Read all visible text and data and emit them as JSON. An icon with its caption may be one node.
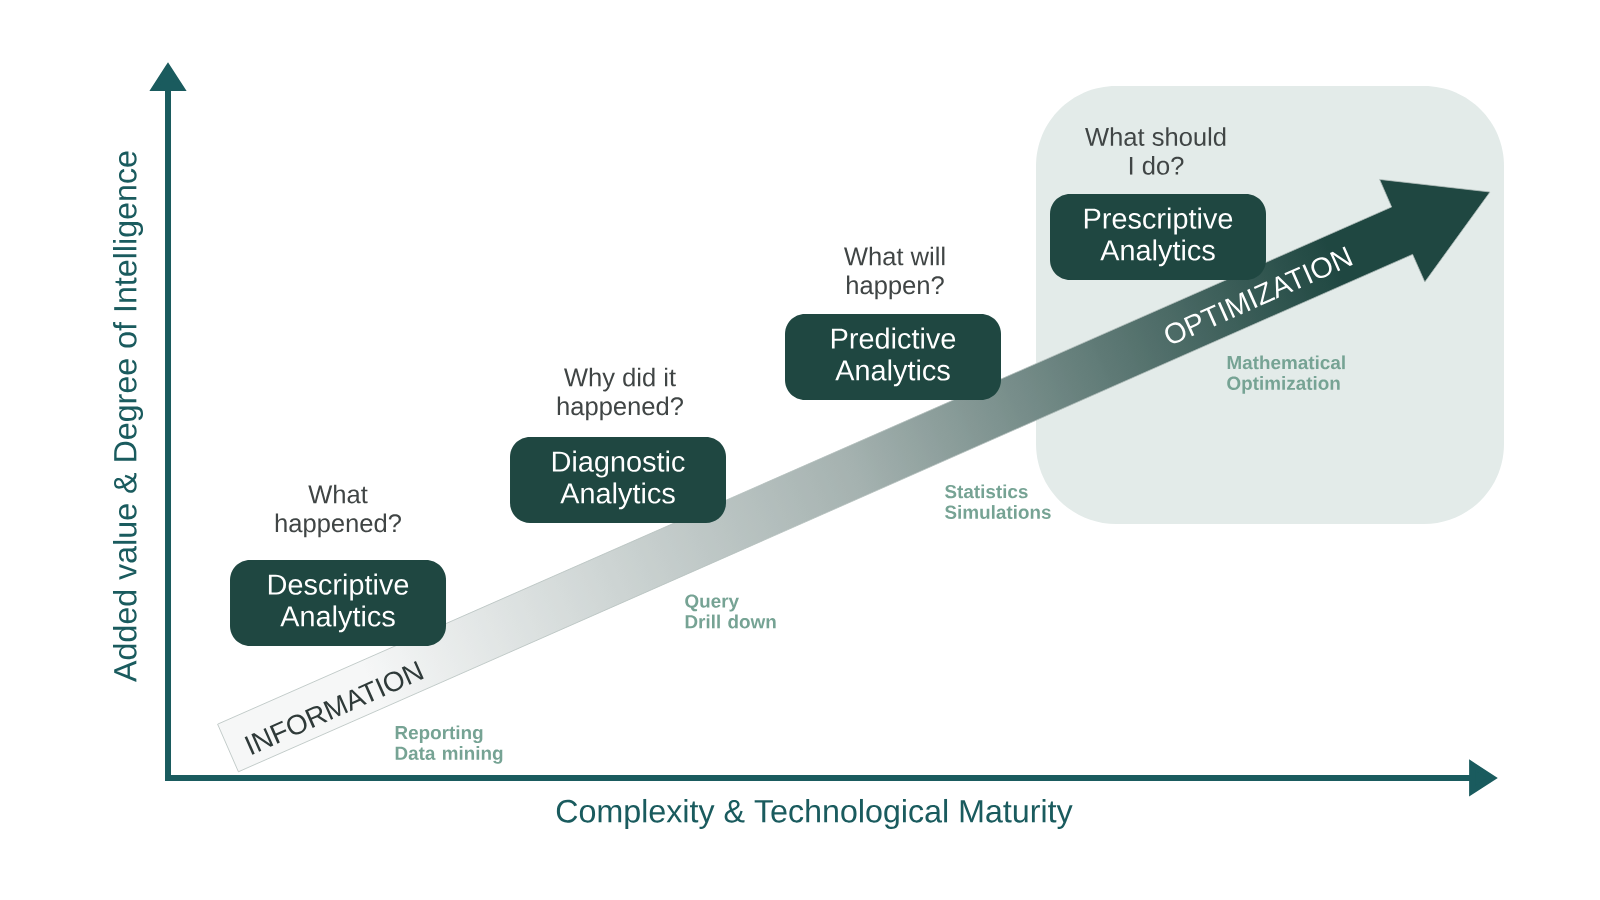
{
  "diagram": {
    "nodes": [
      {
        "text": [],
        "shape": "box"
      },
      {
        "text": [
          "Descriptive Analytics"
        ],
        "beside": [
          "What happened?"
        ]
      },
      {
        "text": [
          "Diagnostic Analytics"
        ],
        "beside": [
          "Why did it happened?"
        ]
      },
      {
        "text": [
          "Predictive Analytics"
        ],
        "beside": [
          "What will happen?"
        ]
      },
      {
        "text": [
          "Prescriptive Analytics"
        ],
        "beside": [
          "What should I do?"
        ],
        "in": 0
      }
    ],
    "labels": [
      "Added value & Degree of Intelligence",
      "INFORMATION",
      "Reporting Data mining",
      "Query Drill down",
      "Statistics Simulations",
      "OPTIMIZATION",
      "Mathematical Optimization",
      "Complexity & Technological Maturity"
    ]
  }
}
